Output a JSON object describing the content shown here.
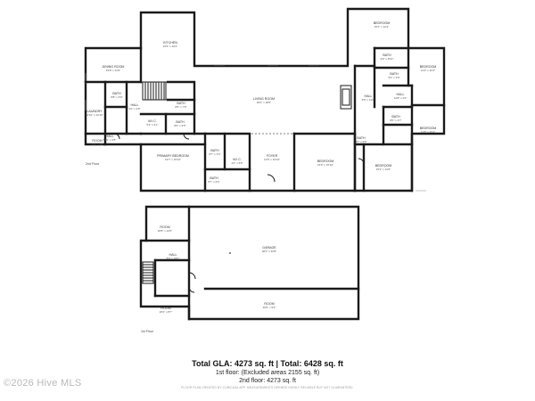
{
  "rooms": {
    "kitchen": {
      "name": "KITCHEN",
      "size": "15'5\" x 19'4\""
    },
    "dining_room": {
      "name": "DINING ROOM",
      "size": "15'8\" x 11'8\""
    },
    "laundry": {
      "name": "LAUNDRY",
      "size": "11'10\" x 12'10\""
    },
    "bath_a": {
      "name": "BATH",
      "size": "8'8\" x 6'9\""
    },
    "hall_a": {
      "name": "HALL",
      "size": "4'0\" x 4'8\""
    },
    "bath_b": {
      "name": "BATH",
      "size": "8'6\" x 7'5\""
    },
    "wic_a": {
      "name": "W.I.C.",
      "size": "5'2\" x 4'1\""
    },
    "bath_c": {
      "name": "BATH",
      "size": "8'6\" x 6'5\""
    },
    "hall_b": {
      "name": "HALL",
      "size": "5'10\" x 4'5\""
    },
    "room_a": {
      "name": "ROOM",
      "size": "7'11\" x 4'8\""
    },
    "primary_bedroom": {
      "name": "PRIMARY BEDROOM",
      "size": "19'7\" x 15'10\""
    },
    "bath_d": {
      "name": "BATH",
      "size": "8'7\" x 3'4\""
    },
    "wic_b": {
      "name": "W.I.C.",
      "size": "4'4\" x 5'5\""
    },
    "bath_e": {
      "name": "BATH",
      "size": "8'7\" x 6'4\""
    },
    "living_room": {
      "name": "LIVING ROOM",
      "size": "30'0\" x 18'5\""
    },
    "foyer": {
      "name": "FOYER",
      "size": "13'6\" x 10'10\""
    },
    "bedroom_a": {
      "name": "BEDROOM",
      "size": "16'6\" x 15'10\""
    },
    "bedroom_b": {
      "name": "BEDROOM",
      "size": "15'2\" x 12'2\""
    },
    "bath_f": {
      "name": "BATH",
      "size": "9'0\" x 8'10\""
    },
    "bath_g": {
      "name": "BATH",
      "size": "9'4\" x 3'9\""
    },
    "bedroom_c": {
      "name": "BEDROOM",
      "size": "11'9\" x 11'9\""
    },
    "hall_c": {
      "name": "HALL",
      "size": "9'6\" x 14'0\""
    },
    "hall_d": {
      "name": "HALL",
      "size": "12'8\" x 4'2\""
    },
    "bath_h": {
      "name": "BATH",
      "size": "8'0\" x 4'7\""
    },
    "bedroom_d": {
      "name": "BEDROOM",
      "size": "11'8\" x 11'0\""
    },
    "bath_i": {
      "name": "BATH",
      "size": "8'0\" x 6'5\""
    },
    "bedroom_e": {
      "name": "BEDROOM",
      "size": "15'2\" x 12'6\""
    },
    "room_b": {
      "name": "ROOM",
      "size": "18'8\" x 12'0\""
    },
    "hall_e": {
      "name": "HALL",
      "size": "8'0\" x 18'0\""
    },
    "room_c": {
      "name": "ROOM",
      "size": "18'4\" x 8'7\""
    },
    "garage": {
      "name": "GARAGE",
      "size": "30'0\" x 22'8\""
    },
    "room_d": {
      "name": "ROOM",
      "size": "40'0\" x 9'3\""
    }
  },
  "floor_labels": {
    "upper": "2nd Floor",
    "lower": "1st Floor"
  },
  "summary": {
    "total": "Total GLA: 4273 sq. ft | Total: 6428 sq. ft",
    "first_floor": "1st floor: (Excluded areas 2155 sq. ft)",
    "second_floor": "2nd floor: 4273 sq. ft",
    "disclaimer": "FLOOR PLAN CREATED BY CUBICASA APP. MEASUREMENTS DEEMED HIGHLY RELIABLE BUT NOT GUARANTEED."
  },
  "watermark": "©2026 Hive MLS"
}
